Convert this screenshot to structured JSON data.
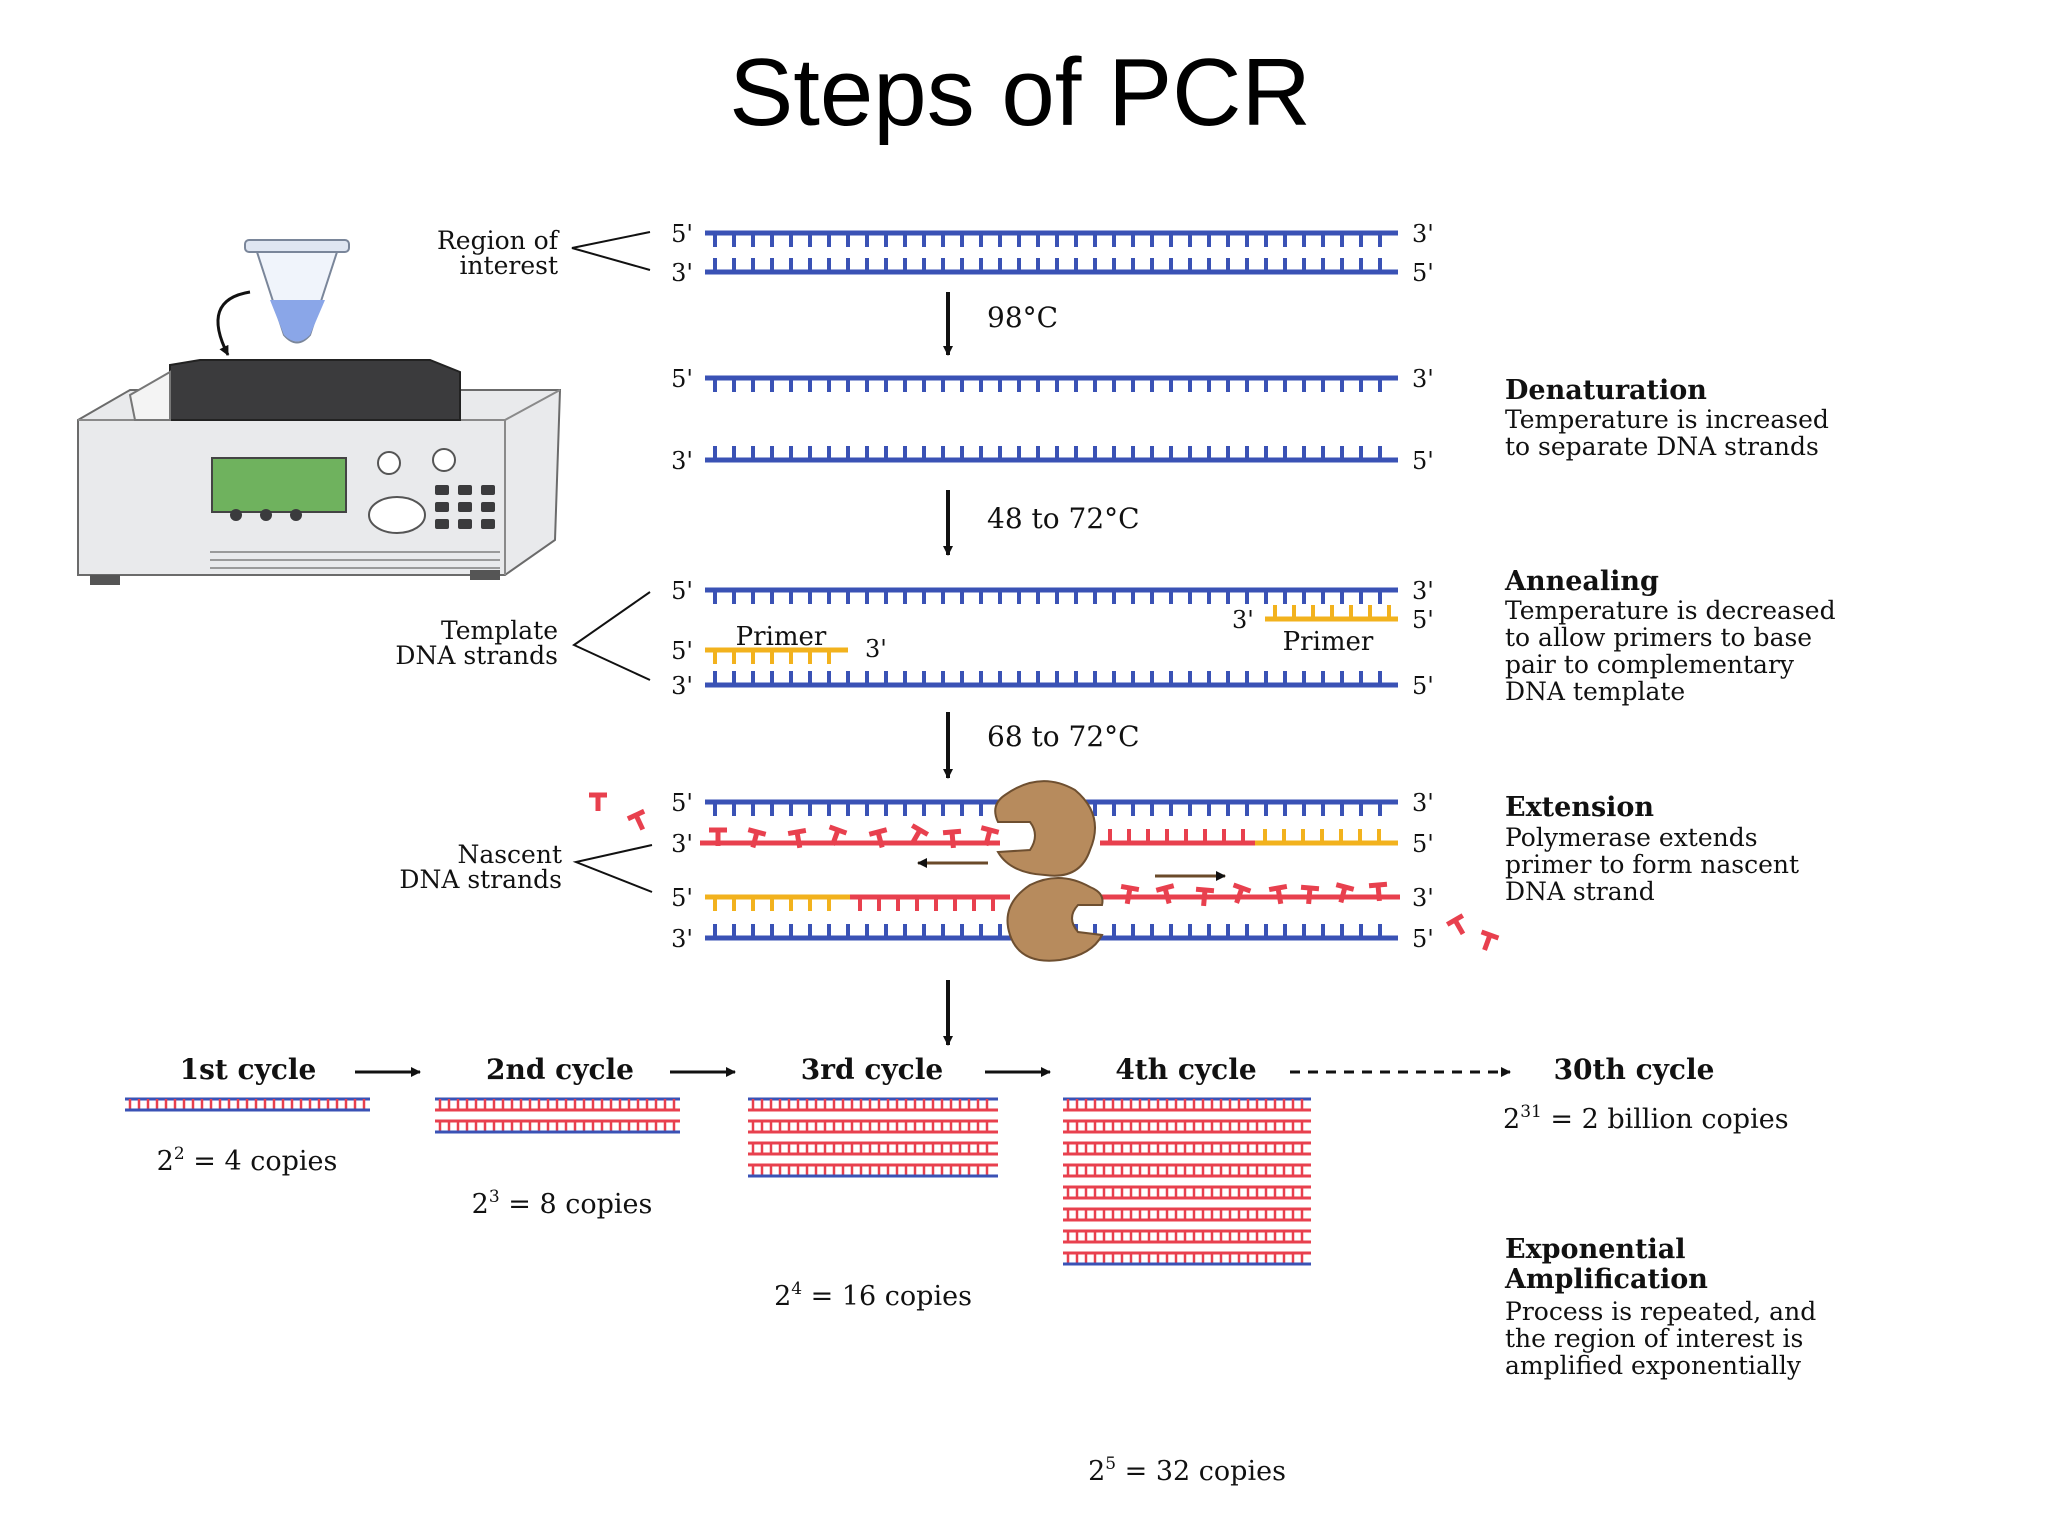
{
  "title": "Steps of PCR",
  "labels": {
    "region_of_interest": [
      "Region of",
      "interest"
    ],
    "template_strands": [
      "Template",
      "DNA strands"
    ],
    "nascent_strands": [
      "Nascent",
      "DNA strands"
    ],
    "primer": "Primer"
  },
  "ends": {
    "five": "5'",
    "three": "3'"
  },
  "temperatures": {
    "denaturation": "98°C",
    "annealing": "48 to 72°C",
    "extension": "68 to 72°C"
  },
  "steps": {
    "denaturation": {
      "heading": "Denaturation",
      "lines": [
        "Temperature is increased",
        "to separate DNA strands"
      ]
    },
    "annealing": {
      "heading": "Annealing",
      "lines": [
        "Temperature is decreased",
        "to allow primers to base",
        "pair to complementary",
        "DNA template"
      ]
    },
    "extension": {
      "heading": "Extension",
      "lines": [
        "Polymerase extends",
        "primer to form nascent",
        "DNA strand"
      ]
    },
    "amplification": {
      "heading": [
        "Exponential",
        "Amplification"
      ],
      "lines": [
        "Process is repeated, and",
        "the region of interest is",
        "amplified exponentially"
      ]
    }
  },
  "cycles": [
    {
      "label": "1st cycle",
      "base": "2",
      "exp": "2",
      "rest": " = 4 copies",
      "copies": 4
    },
    {
      "label": "2nd cycle",
      "base": "2",
      "exp": "3",
      "rest": " = 8 copies",
      "copies": 8
    },
    {
      "label": "3rd cycle",
      "base": "2",
      "exp": "4",
      "rest": " = 16 copies",
      "copies": 16
    },
    {
      "label": "4th cycle",
      "base": "2",
      "exp": "5",
      "rest": " = 32 copies",
      "copies": 32
    },
    {
      "label": "30th cycle",
      "base": "2",
      "exp": "31",
      "rest": " = 2 billion copies"
    }
  ],
  "colors": {
    "template": "#3a52b5",
    "primer": "#f2b21d",
    "nascent": "#e8404e",
    "polymerase": "#b78b5d",
    "screen": "#6fb25e",
    "tube_liquid": "#8aa6e8"
  }
}
